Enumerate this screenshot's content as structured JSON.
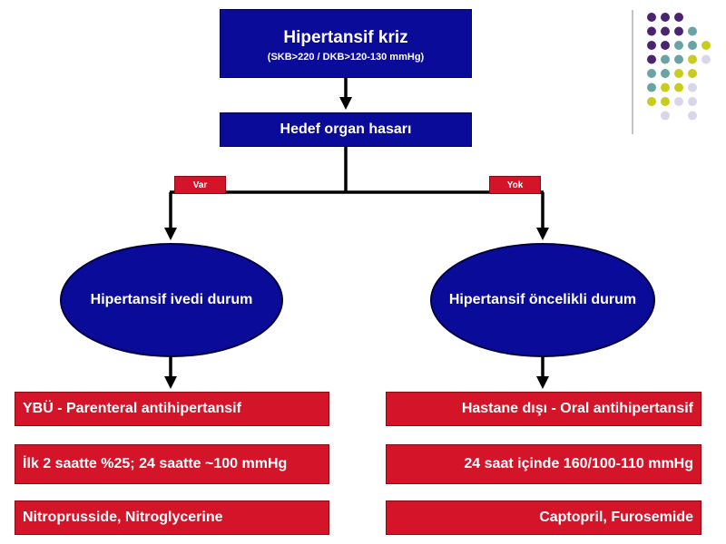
{
  "title": {
    "main": "Hipertansif kriz",
    "sub": "(SKB>220 / DKB>120-130 mmHg)"
  },
  "hedef": "Hedef organ hasarı",
  "branches": {
    "left_tag": "Var",
    "right_tag": "Yok"
  },
  "left": {
    "oval": "Hipertansif ivedi durum",
    "boxes": [
      "YBÜ - Parenteral antihipertansif",
      "İlk 2 saatte %25; 24 saatte ~100 mmHg",
      "Nitroprusside, Nitroglycerine"
    ]
  },
  "right": {
    "oval": "Hipertansif öncelikli durum",
    "boxes": [
      "Hastane dışı - Oral antihipertansif",
      "24 saat içinde 160/100-110 mmHg",
      "Captopril, Furosemide"
    ]
  },
  "colors": {
    "blue": "#0b0b99",
    "red": "#d41428",
    "dot_purple": "#4b2470",
    "dot_teal": "#6aa3a3",
    "dot_yellow": "#c8cc1e",
    "dot_lavender": "#d9d6ea"
  }
}
